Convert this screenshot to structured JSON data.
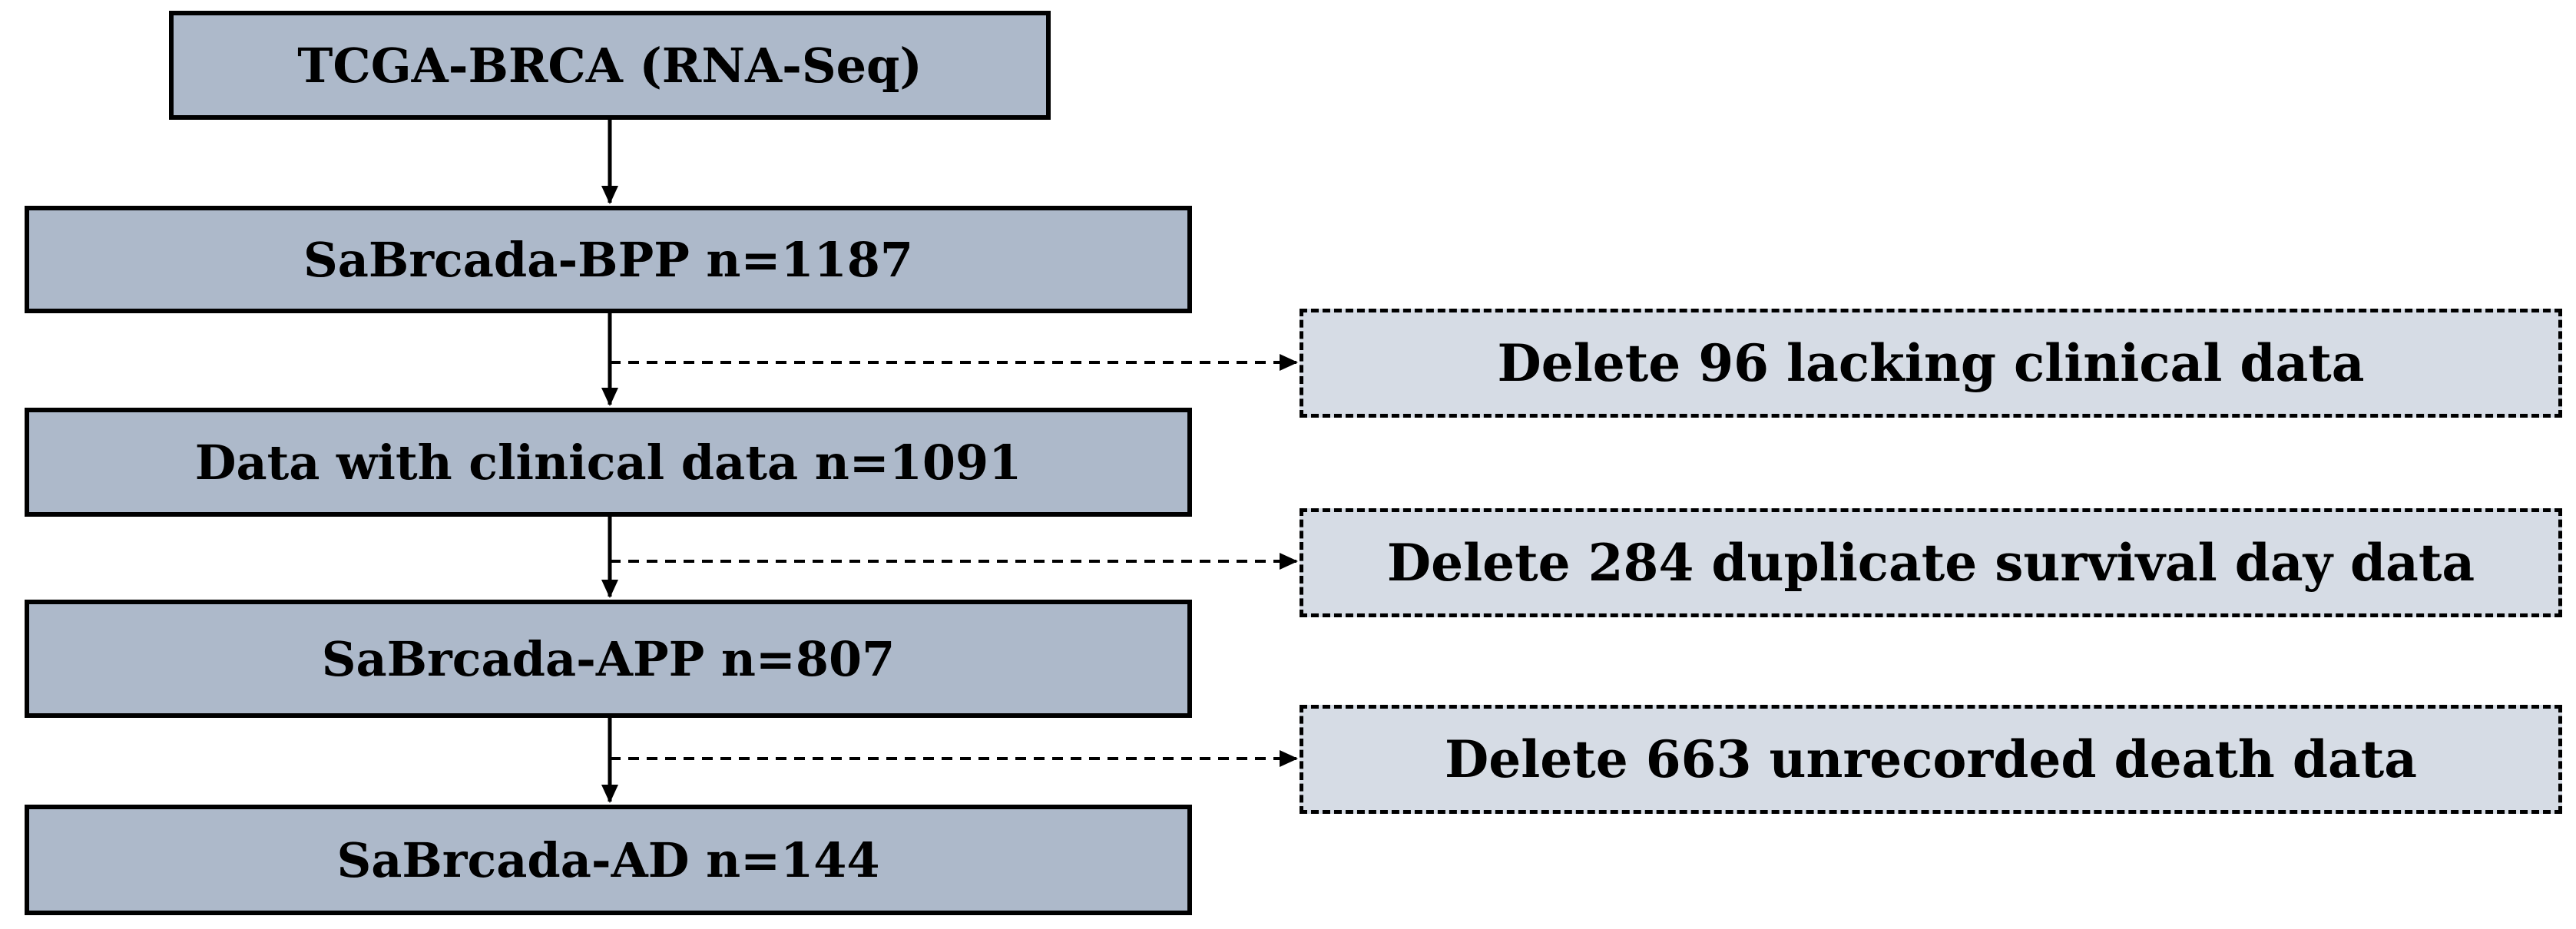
{
  "flowchart": {
    "main_steps": [
      {
        "label": "TCGA-BRCA (RNA-Seq)"
      },
      {
        "label": "SaBrcada-BPP n=1187"
      },
      {
        "label": "Data with clinical data n=1091"
      },
      {
        "label": "SaBrcada-APP n=807"
      },
      {
        "label": "SaBrcada-AD n=144"
      }
    ],
    "exclusions": [
      {
        "label": "Delete 96 lacking clinical data"
      },
      {
        "label": "Delete 284 duplicate survival day data"
      },
      {
        "label": "Delete 663 unrecorded death data"
      }
    ],
    "colors": {
      "main_fill": "#adb9ca",
      "exclusion_fill": "#d6dce5",
      "stroke": "#000000"
    }
  }
}
